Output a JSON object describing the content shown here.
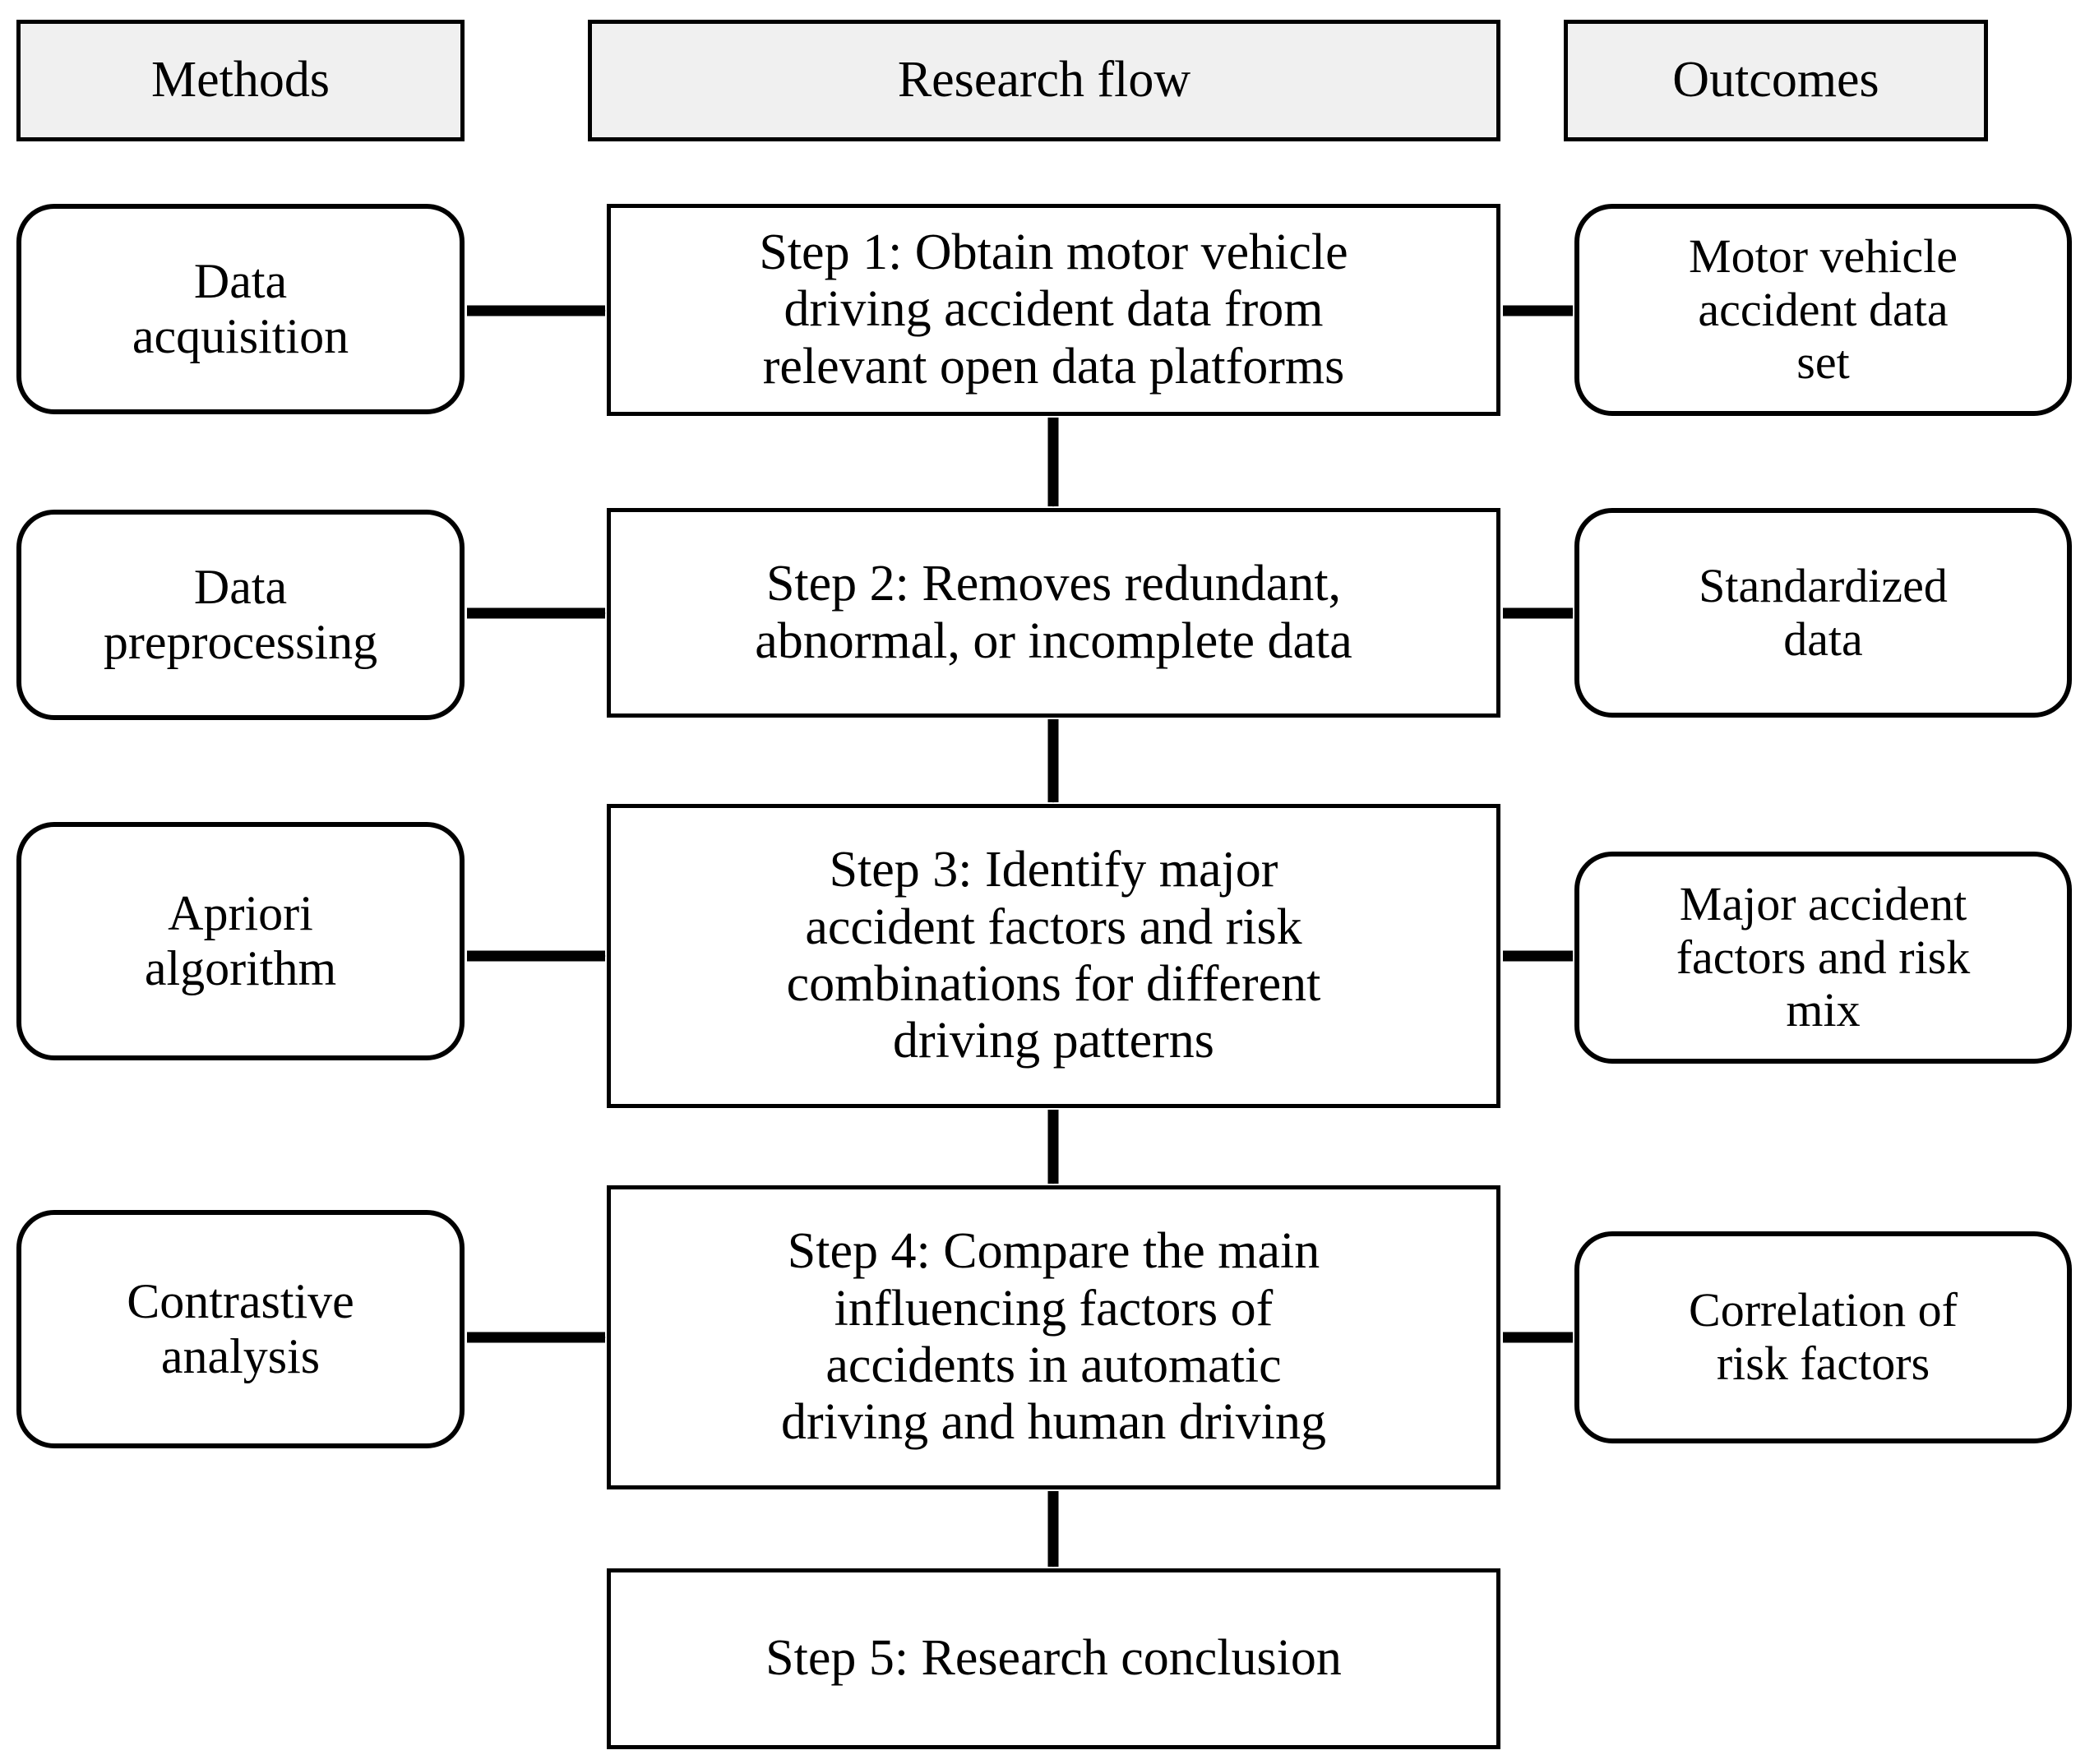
{
  "diagram": {
    "title_row": {
      "methods": "Methods",
      "research_flow": "Research  flow",
      "outcomes": "Outcomes"
    },
    "methods": [
      {
        "id": "data-acquisition",
        "label": "Data\nacquisition"
      },
      {
        "id": "data-preprocessing",
        "label": "Data\npreprocessing"
      },
      {
        "id": "apriori-algorithm",
        "label": "Apriori\nalgorithm"
      },
      {
        "id": "contrastive-analysis",
        "label": "Contrastive\nanalysis"
      }
    ],
    "steps": [
      {
        "id": "step-1",
        "label": "Step 1: Obtain motor vehicle\ndriving accident data from\nrelevant open data platforms"
      },
      {
        "id": "step-2",
        "label": "Step 2: Removes redundant,\nabnormal, or incomplete data"
      },
      {
        "id": "step-3",
        "label": "Step 3: Identify major\naccident factors and risk\ncombinations for different\ndriving patterns"
      },
      {
        "id": "step-4",
        "label": "Step 4: Compare the main\ninfluencing factors of\naccidents in automatic\ndriving and human driving"
      },
      {
        "id": "step-5",
        "label": "Step 5: Research conclusion"
      }
    ],
    "outcomes": [
      {
        "id": "motor-vehicle-accident-data-set",
        "label": "Motor vehicle\naccident data\nset"
      },
      {
        "id": "standardized-data",
        "label": "Standardized\ndata"
      },
      {
        "id": "major-accident-factors-risk-mix",
        "label": "Major accident\nfactors and risk\nmix"
      },
      {
        "id": "correlation-of-risk-factors",
        "label": "Correlation of\nrisk factors"
      }
    ],
    "colors": {
      "stroke": "#000000",
      "header_fill": "#f0f0f0",
      "node_fill": "#ffffff",
      "text": "#000000"
    }
  }
}
